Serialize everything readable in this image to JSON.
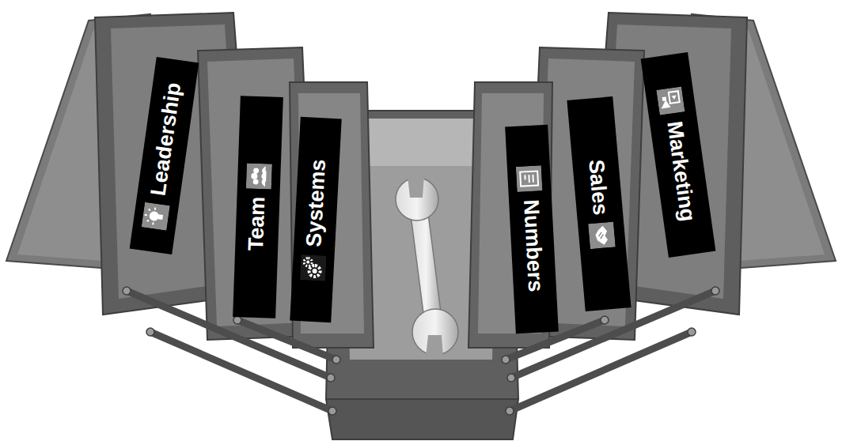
{
  "diagram": {
    "nodes": [
      {
        "text": [
          "Leadership"
        ]
      },
      {
        "text": [
          "Team"
        ]
      },
      {
        "text": [
          "Systems"
        ]
      },
      {
        "text": [
          "Numbers"
        ]
      },
      {
        "text": [
          "Sales"
        ]
      },
      {
        "text": [
          "Marketing"
        ]
      }
    ]
  }
}
